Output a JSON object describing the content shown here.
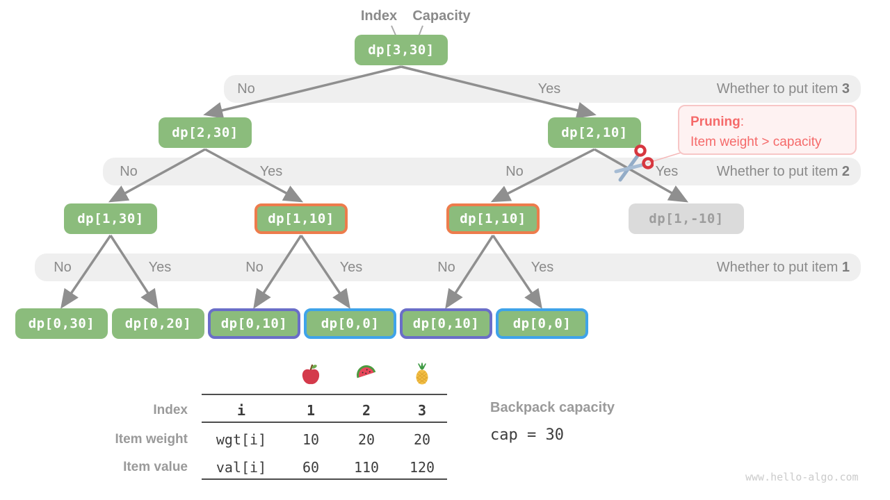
{
  "header": {
    "index_label": "Index",
    "capacity_label": "Capacity"
  },
  "nodes": {
    "root": "dp[3,30]",
    "l2_no": "dp[2,30]",
    "l2_yes": "dp[2,10]",
    "l3_1": "dp[1,30]",
    "l3_2": "dp[1,10]",
    "l3_3": "dp[1,10]",
    "l3_4": "dp[1,-10]",
    "l4_1": "dp[0,30]",
    "l4_2": "dp[0,20]",
    "l4_3": "dp[0,10]",
    "l4_4": "dp[0,0]",
    "l4_5": "dp[0,10]",
    "l4_6": "dp[0,0]"
  },
  "bands": {
    "item3": {
      "labels": [
        "No",
        "Yes"
      ],
      "title": "Whether to put item",
      "num": "3"
    },
    "item2": {
      "labels": [
        "No",
        "Yes",
        "No",
        "Yes"
      ],
      "title": "Whether to put item",
      "num": "2"
    },
    "item1": {
      "labels": [
        "No",
        "Yes",
        "No",
        "Yes",
        "No",
        "Yes"
      ],
      "title": "Whether to put item",
      "num": "1"
    }
  },
  "pruning": {
    "title": "Pruning",
    "colon": ":",
    "desc": "Item weight > capacity"
  },
  "table": {
    "row_labels": [
      "Index",
      "Item weight",
      "Item value"
    ],
    "index_cells": [
      "i",
      "1",
      "2",
      "3"
    ],
    "weight_cells": [
      "wgt[i]",
      "10",
      "20",
      "20"
    ],
    "value_cells": [
      "val[i]",
      "60",
      "110",
      "120"
    ],
    "fruits": [
      "apple-icon",
      "watermelon-icon",
      "pineapple-icon"
    ]
  },
  "capacity_info": {
    "label": "Backpack capacity",
    "value": "cap = 30"
  },
  "watermark": "www.hello-algo.com",
  "colors": {
    "node_green": "#8BBC7C",
    "node_gray": "#DBDBDB",
    "accent_orange": "#ED7C4C",
    "accent_purple": "#6A6EC8",
    "accent_blue": "#3FA3E9",
    "pruning_red": "#F56A6A",
    "edge_gray": "#8F8F8F",
    "band_bg": "#EFEFEF"
  }
}
